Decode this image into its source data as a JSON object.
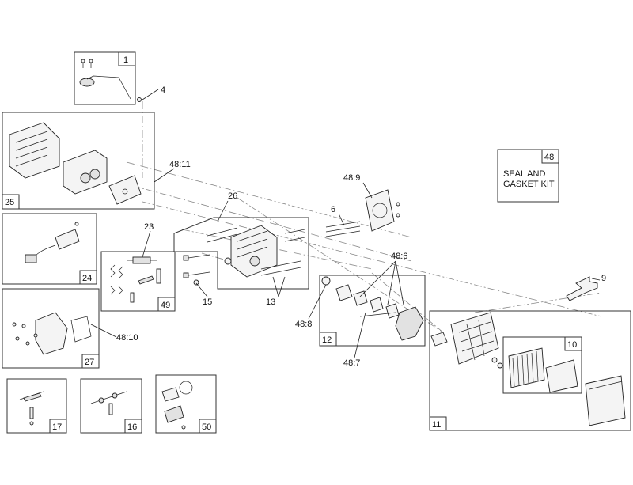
{
  "groups": [
    {
      "id": "1",
      "label": "1"
    },
    {
      "id": "25",
      "label": "25"
    },
    {
      "id": "24",
      "label": "24"
    },
    {
      "id": "27",
      "label": "27"
    },
    {
      "id": "17",
      "label": "17"
    },
    {
      "id": "16",
      "label": "16"
    },
    {
      "id": "50",
      "label": "50"
    },
    {
      "id": "49",
      "label": "49"
    },
    {
      "id": "12",
      "label": "12"
    },
    {
      "id": "11",
      "label": "11"
    },
    {
      "id": "10",
      "label": "10"
    },
    {
      "id": "48",
      "label": "48"
    }
  ],
  "kit": {
    "line1": "SEAL AND",
    "line2": "GASKET KIT"
  },
  "callouts": {
    "c4": "4",
    "c48_11": "48:11",
    "c26": "26",
    "c23": "23",
    "c15": "15",
    "c13": "13",
    "c48_10": "48:10",
    "c48_9": "48:9",
    "c6": "6",
    "c48_6": "48:6",
    "c48_8": "48:8",
    "c48_7": "48:7",
    "c9": "9"
  }
}
